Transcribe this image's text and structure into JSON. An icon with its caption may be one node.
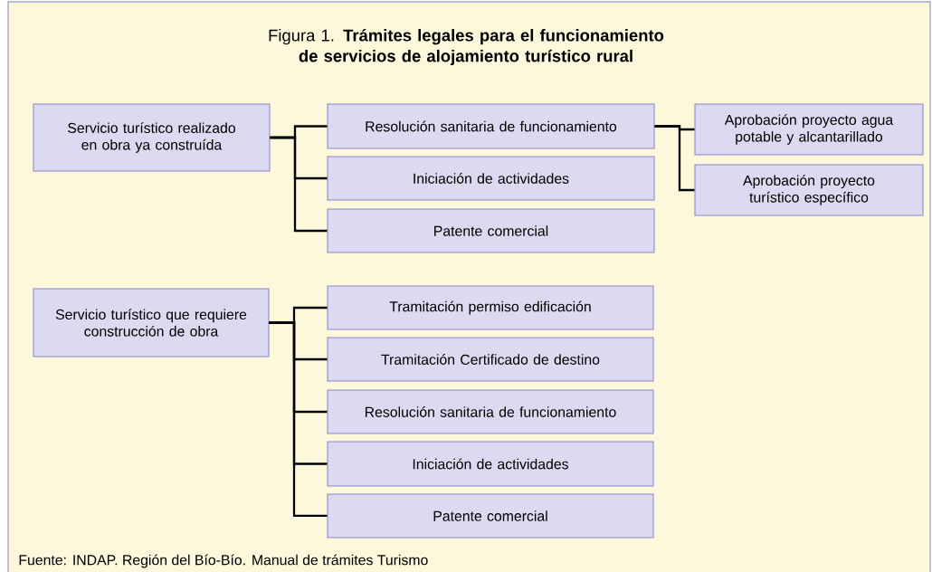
{
  "diagram": {
    "title": "Figura 1. **Trámites legales para el funcionamiento de servicios de alojamiento turístico rural**",
    "caption": "Fuente: INDAP. Región del Bío-Bío. Manual de trámites Turismo",
    "nodes": [
      {
        "text": [
          "Servicio turístico realizado en obra ya construída"
        ]
      },
      {
        "text": [
          "Resolución sanitaria de funcionamiento"
        ]
      },
      {
        "text": [
          "Iniciación de actividades"
        ]
      },
      {
        "text": [
          "Patente comercial"
        ]
      },
      {
        "text": [
          "Aprobación proyecto agua potable y alcantarillado"
        ]
      },
      {
        "text": [
          "Aprobación proyecto turístico específico"
        ]
      },
      {
        "text": [
          "Servicio turístico que requiere construcción de obra"
        ]
      },
      {
        "text": [
          "Tramitación permiso edificación"
        ]
      },
      {
        "text": [
          "Tramitación Certificado de destino"
        ]
      },
      {
        "text": [
          "Resolución sanitaria de funcionamiento"
        ]
      },
      {
        "text": [
          "Iniciación de actividades"
        ]
      },
      {
        "text": [
          "Patente comercial"
        ]
      }
    ],
    "edges": [
      {
        "from": 0,
        "to": 1,
        "arrow": "none"
      },
      {
        "from": 0,
        "to": 2,
        "arrow": "none"
      },
      {
        "from": 0,
        "to": 3,
        "arrow": "none"
      },
      {
        "from": 1,
        "to": 4,
        "arrow": "none"
      },
      {
        "from": 1,
        "to": 5,
        "arrow": "none"
      },
      {
        "from": 6,
        "to": 7,
        "arrow": "none"
      },
      {
        "from": 6,
        "to": 8,
        "arrow": "none"
      },
      {
        "from": 6,
        "to": 9,
        "arrow": "none"
      },
      {
        "from": 6,
        "to": 10,
        "arrow": "none"
      },
      {
        "from": 6,
        "to": 11,
        "arrow": "none"
      }
    ]
  }
}
